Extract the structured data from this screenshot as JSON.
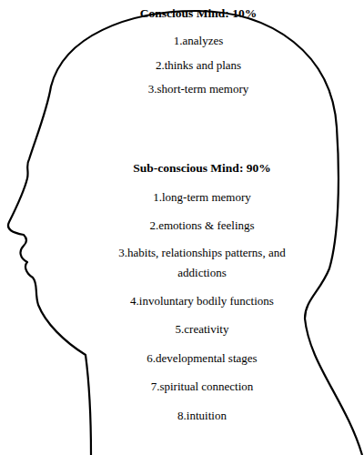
{
  "diagram": {
    "nodes": [
      {
        "text": [
          "Conscious Mind: 10%",
          "1.analyzes",
          "2.thinks and plans",
          "3.short-term memory",
          "Sub-conscious Mind: 90%",
          "1.long-term memory",
          "2.emotions & feelings",
          "3.habits, relationships patterns, and addictions",
          "4.involuntary bodily functions",
          "5.creativity",
          "6.developmental stages",
          "7.spiritual connection",
          "8.intuition"
        ]
      }
    ]
  }
}
